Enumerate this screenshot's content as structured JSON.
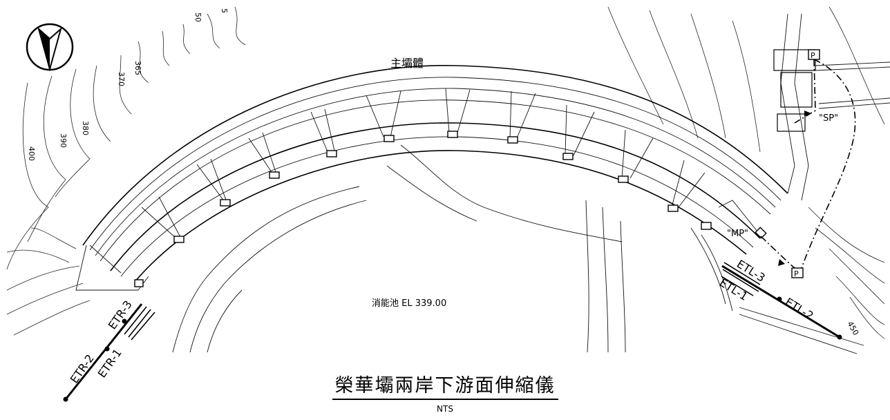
{
  "labels": {
    "dam_body": "主壩體",
    "basin": "消能池 EL 339.00",
    "mp": "\"MP\"",
    "sp": "\"SP\"",
    "p_upper": "P",
    "p_lower": "P"
  },
  "contours": {
    "c365": "365",
    "c370": "370",
    "c380": "380",
    "c390": "390",
    "c400": "400",
    "c450": "450",
    "top_a": "50",
    "top_b": "5"
  },
  "instruments": {
    "etr1": "ETR-1",
    "etr2": "ETR-2",
    "etr3": "ETR-3",
    "etl1": "ETL-1",
    "etl2": "ETL-2",
    "etl3": "ETL-3"
  },
  "caption": {
    "title": "榮華壩兩岸下游面伸縮儀",
    "subtitle": "NTS"
  },
  "icons": {
    "north_arrow": "north-arrow-icon"
  }
}
